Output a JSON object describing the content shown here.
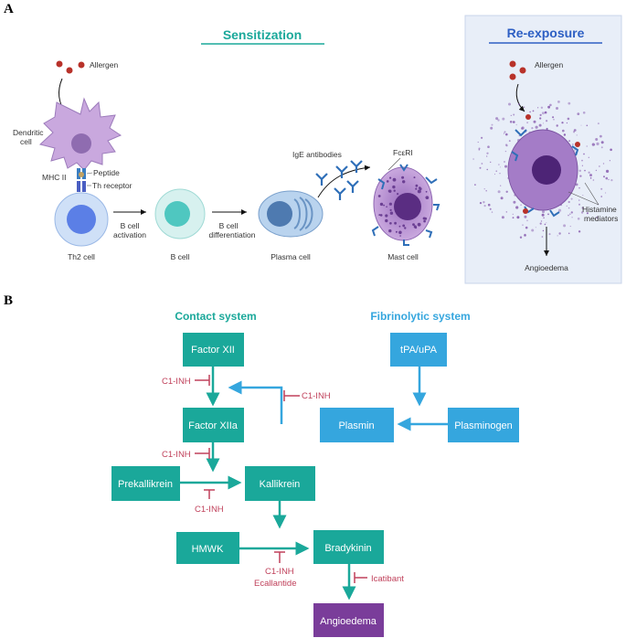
{
  "panel_a": {
    "letter": "A",
    "sensitization_title": "Sensitization",
    "reexposure_title": "Re-exposure",
    "labels": {
      "allergen": "Allergen",
      "dendritic_cell_line1": "Dendritic",
      "dendritic_cell_line2": "cell",
      "mhc_ii": "MHC II",
      "peptide": "Peptide",
      "th_receptor": "Th receptor",
      "th2_cell": "Th2 cell",
      "b_cell_activation_line1": "B cell",
      "b_cell_activation_line2": "activation",
      "b_cell": "B cell",
      "b_cell_differentiation_line1": "B cell",
      "b_cell_differentiation_line2": "differentiation",
      "plasma_cell": "Plasma cell",
      "ige_antibodies": "IgE antibodies",
      "fceri": "FcεRI",
      "mast_cell": "Mast cell",
      "reexposure_allergen": "Allergen",
      "histamine_line1": "Histamine",
      "histamine_line2": "mediators",
      "angioedema": "Angioedema"
    }
  },
  "panel_b": {
    "letter": "B",
    "contact_system": "Contact system",
    "fibrinolytic_system": "Fibrinolytic system",
    "boxes": {
      "factor_xii": "Factor XII",
      "factor_xiia": "Factor XIIa",
      "prekallikrein": "Prekallikrein",
      "kallikrein": "Kallikrein",
      "hmwk": "HMWK",
      "bradykinin": "Bradykinin",
      "angioedema": "Angioedema",
      "tpa_upa": "tPA/uPA",
      "plasminogen": "Plasminogen",
      "plasmin": "Plasmin"
    },
    "inhibitors": {
      "c1inh_1": "C1-INH",
      "c1inh_2": "C1-INH",
      "c1inh_3": "C1-INH",
      "c1inh_4": "C1-INH",
      "c1inh_5": "C1-INH",
      "ecallantide": "Ecallantide",
      "icatibant": "Icatibant"
    }
  },
  "colors": {
    "teal": "#1aa89a",
    "blue": "#35a6de",
    "inhibitor": "#c0415b",
    "purple": "#7a3d9a",
    "reexposure_bg": "#e8eef8"
  }
}
